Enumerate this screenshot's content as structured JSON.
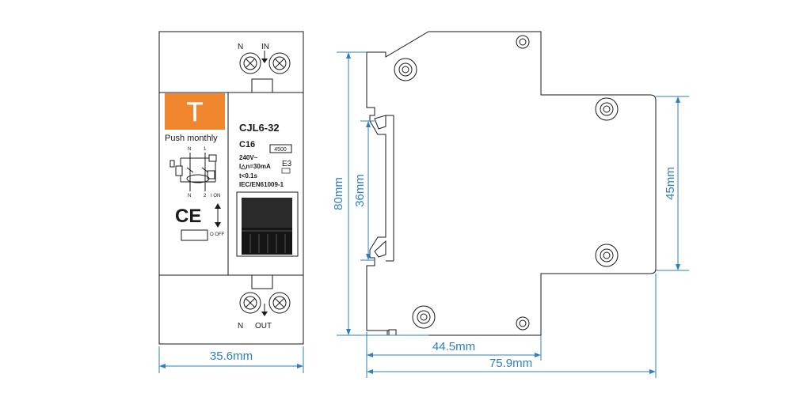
{
  "front_view": {
    "top_terminals": {
      "n_label": "N",
      "in_label": "IN"
    },
    "bottom_terminals": {
      "n_label": "N",
      "out_label": "OUT"
    },
    "logo_letter": "T",
    "push_label": "Push monthly",
    "model": "CJL6-32",
    "rating": "C16",
    "breaking_capacity": "4500",
    "voltage": "240V~",
    "residual_current": "I△n=30mA",
    "trip_time": "t<0.1s",
    "class_code": "E3",
    "standard": "IEC/EN61009-1",
    "circuit_labels": {
      "top_n": "N",
      "top_1": "1",
      "bottom_n": "N",
      "bottom_2": "2",
      "on_label": "I ON",
      "off_label": "O OFF"
    },
    "ce_mark": "CE"
  },
  "dimensions": {
    "width_front": "35.6mm",
    "height_total": "80mm",
    "height_inner": "36mm",
    "height_face": "45mm",
    "depth_front": "44.5mm",
    "depth_total": "75.9mm"
  },
  "colors": {
    "logo_bg": "#f0862e",
    "dimension": "#2e7fc1",
    "outline": "#1a1a1a"
  }
}
